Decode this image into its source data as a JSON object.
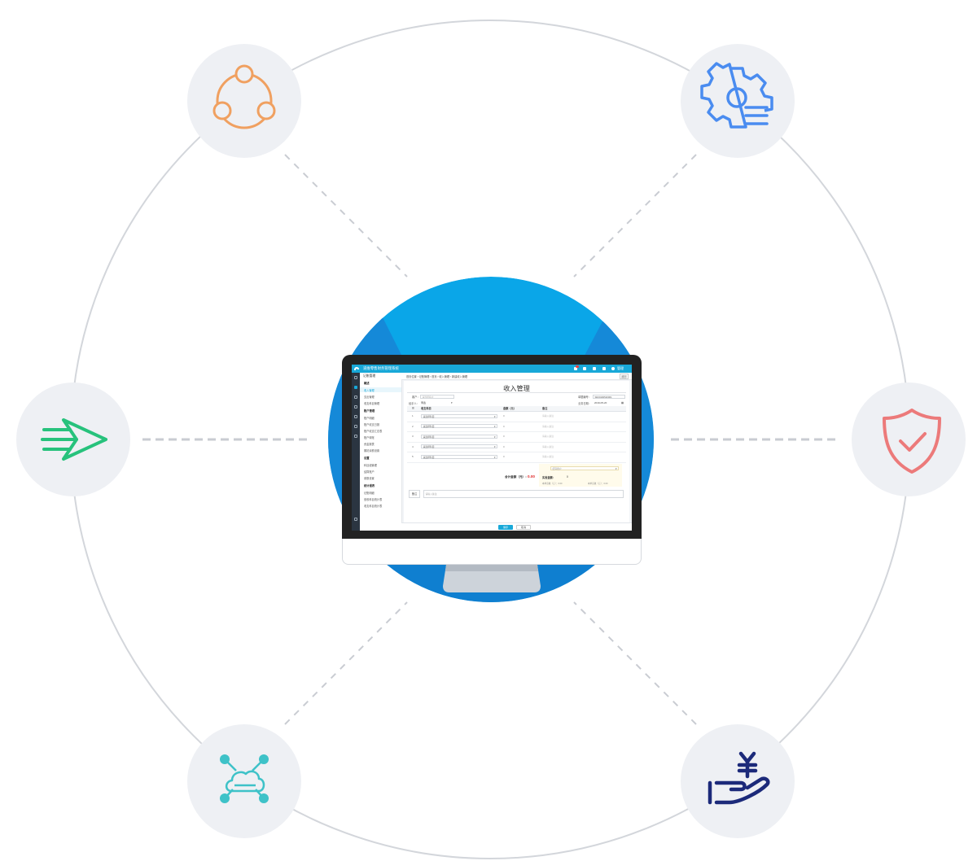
{
  "colors": {
    "ring": "#d3d6db",
    "node_bg": "#eef0f4",
    "blue_disc": "#0aa6e8",
    "share_orange": "#f0a060",
    "gear_blue": "#4a8cf0",
    "send_green": "#27c27c",
    "shield_red": "#ec7a7a",
    "cloud_teal": "#3ec2c8",
    "money_navy": "#1c2a7a",
    "app_accent": "#18a8d8"
  },
  "nodes": [
    {
      "icon": "share-network-icon"
    },
    {
      "icon": "gear-settings-list-icon"
    },
    {
      "icon": "send-arrow-icon"
    },
    {
      "icon": "shield-check-icon"
    },
    {
      "icon": "cloud-network-icon"
    },
    {
      "icon": "hand-yen-icon"
    }
  ],
  "app": {
    "title": "道维零售财务管理系统",
    "user": "管理",
    "sidebar": {
      "head": "记账管理",
      "items": [
        {
          "label": "概述",
          "type": "group"
        },
        {
          "label": "收入管理",
          "type": "item",
          "active": true
        },
        {
          "label": "支出管理",
          "type": "item"
        },
        {
          "label": "收支科目管理",
          "type": "item"
        },
        {
          "label": "账户管理",
          "type": "group"
        },
        {
          "label": "账户明细",
          "type": "item"
        },
        {
          "label": "账户收支日报",
          "type": "item"
        },
        {
          "label": "账户收支汇总表",
          "type": "item"
        },
        {
          "label": "账户转账",
          "type": "item"
        },
        {
          "label": "资金报表",
          "type": "item"
        },
        {
          "label": "期初余额设置",
          "type": "item"
        },
        {
          "label": "设置",
          "type": "group"
        },
        {
          "label": "科目组管理",
          "type": "item"
        },
        {
          "label": "结算账户",
          "type": "item"
        },
        {
          "label": "参数设置",
          "type": "item"
        },
        {
          "label": "统计报表",
          "type": "group"
        },
        {
          "label": "记账明细",
          "type": "item"
        },
        {
          "label": "营收科目统计表",
          "type": "item"
        },
        {
          "label": "收支科目统计表",
          "type": "item"
        }
      ]
    },
    "breadcrumb": "首页位置 › 记账管理 › 首页 › 收入管理 › 新建收入管理",
    "back_label": "返回",
    "page_title": "收入管理",
    "form": {
      "customer_label": "客户：",
      "customer_placeholder": "请选择客户",
      "doc_no_label": "单据编号：",
      "doc_no_value": "SR20190520001",
      "handler_label": "经手人：",
      "handler_value": "李鑫",
      "date_label": "业务日期：",
      "date_value": "2019-05-20"
    },
    "table": {
      "headers": [
        "收支科目",
        "金额（元）",
        "备注"
      ],
      "rows": [
        {
          "no": "1",
          "subject": "请选择科目",
          "amount": "0",
          "note": "请输入备注"
        },
        {
          "no": "2",
          "subject": "请选择科目",
          "amount": "0",
          "note": "请输入备注"
        },
        {
          "no": "3",
          "subject": "请选择科目",
          "amount": "0",
          "note": "请输入备注"
        },
        {
          "no": "4",
          "subject": "请选择科目",
          "amount": "0",
          "note": "请输入备注"
        },
        {
          "no": "5",
          "subject": "请选择科目",
          "amount": "0",
          "note": "请输入备注"
        }
      ]
    },
    "account": {
      "placeholder": "结算账户",
      "paid_label": "实收金额：",
      "paid_value": "0",
      "sub_left": "本单应收（元）：0.00",
      "sub_right": "本单实收（元）：0.00"
    },
    "total_label": "合计金额（元）：",
    "total_value": "0.00",
    "memo_label": "备注",
    "memo_placeholder": "请输入备注",
    "save_label": "保存",
    "cancel_label": "取消"
  }
}
